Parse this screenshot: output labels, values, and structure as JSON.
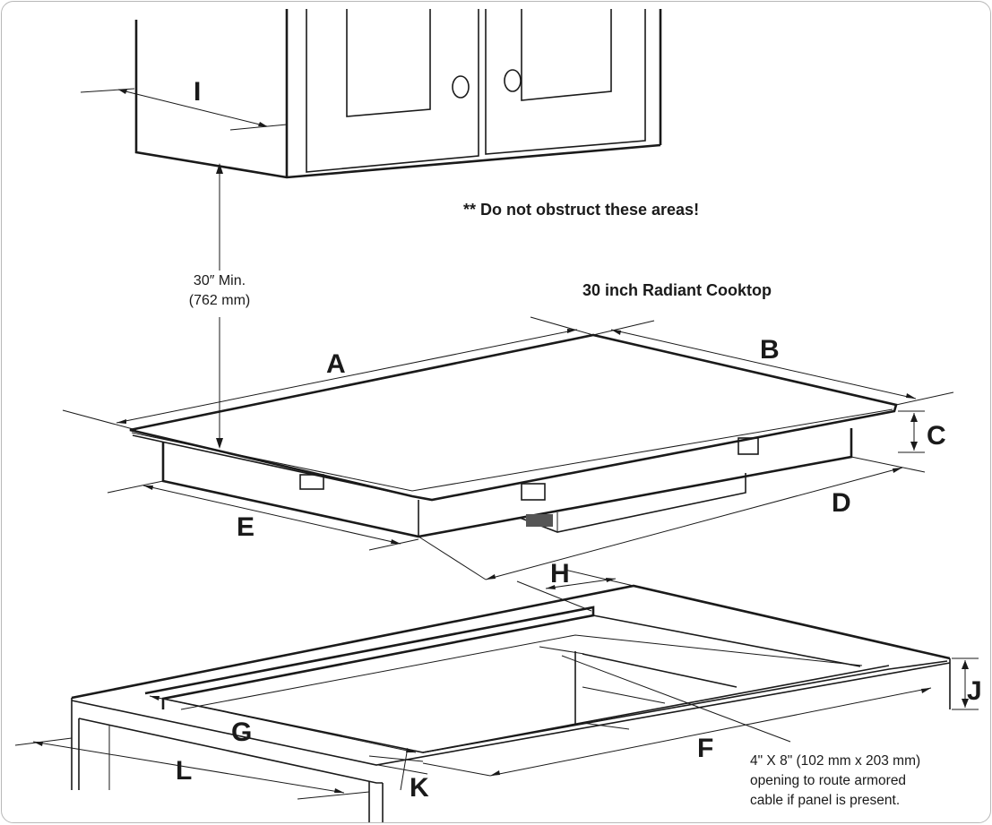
{
  "notice": "** Do not obstruct these areas!",
  "product_title": "30 inch Radiant Cooktop",
  "clearance": {
    "line1": "30″ Min.",
    "line2": "(762 mm)"
  },
  "labels": {
    "A": "A",
    "B": "B",
    "C": "C",
    "D": "D",
    "E": "E",
    "F": "F",
    "G": "G",
    "H": "H",
    "I": "I",
    "J": "J",
    "K": "K",
    "L": "L"
  },
  "cable_note": {
    "line1": "4\" X 8\" (102 mm x 203 mm)",
    "line2": "opening to route armored",
    "line3": "cable if panel is present."
  }
}
